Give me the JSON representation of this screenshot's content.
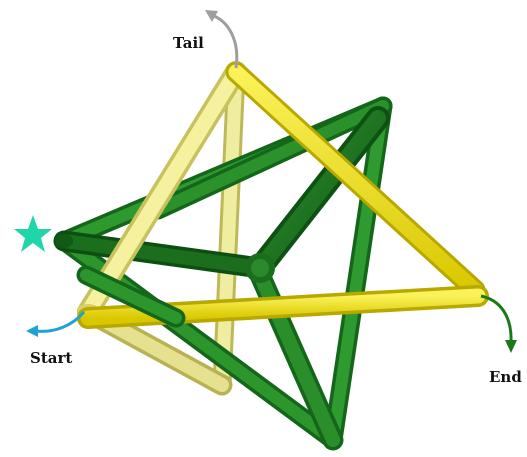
{
  "labels": {
    "tail": "Tail",
    "start": "Start",
    "end": "End"
  },
  "colors": {
    "dark_green": "#1f7a1f",
    "green": "#2e9a2e",
    "yellow": "#f2e51c",
    "pale_yellow": "#ece98c",
    "star": "#1fd6a8",
    "start_arrow": "#1ea3d6",
    "end_arrow": "#1a7a1a",
    "tail_arrow": "#9e9e9e"
  },
  "icons": {
    "marker": "star-icon",
    "start": "curved-arrow-icon",
    "end": "curved-arrow-icon",
    "tail": "curved-arrow-icon"
  }
}
